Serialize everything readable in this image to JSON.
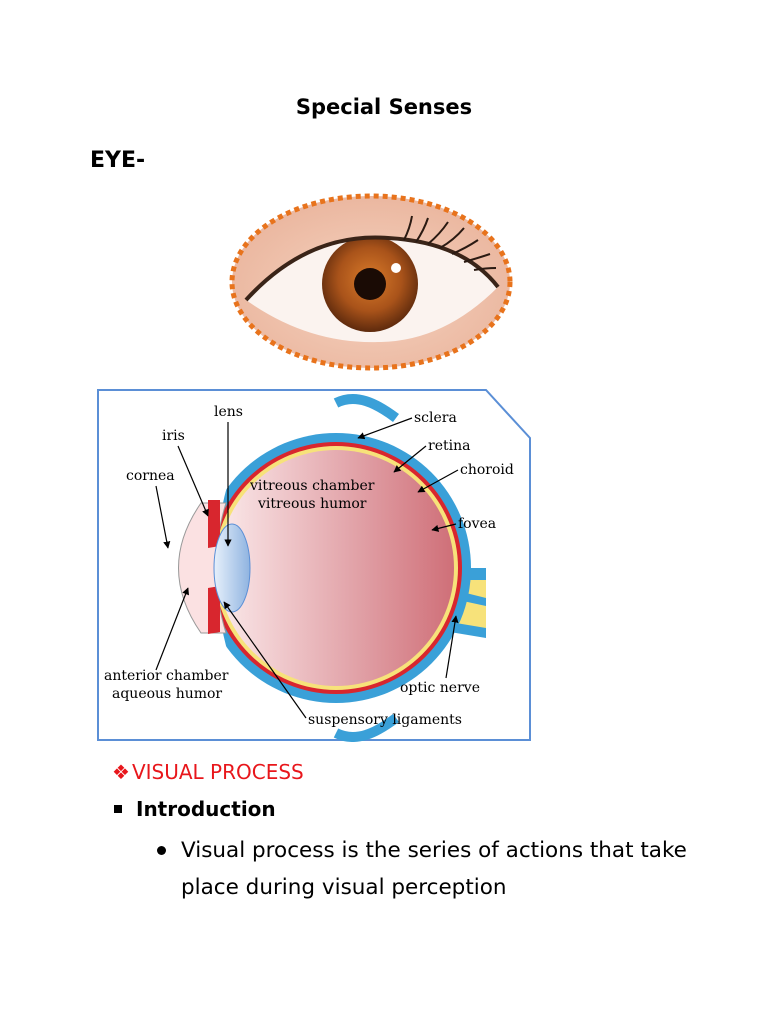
{
  "title": "Special Senses",
  "eye_heading": "EYE-",
  "diagram_labels": {
    "lens": "lens",
    "iris": "iris",
    "cornea": "cornea",
    "sclera": "sclera",
    "retina": "retina",
    "choroid": "choroid",
    "vitreous_chamber": "vitreous chamber",
    "vitreous_humor": "vitreous humor",
    "fovea": "fovea",
    "anterior_chamber": "anterior chamber",
    "aqueous_humor": "aqueous humor",
    "optic_nerve": "optic nerve",
    "suspensory_ligaments": "suspensory ligaments"
  },
  "section_heading": "VISUAL PROCESS",
  "subheading": "Introduction",
  "bullet_text": "Visual process is the series of actions that take place during visual perception",
  "icons": {
    "section_marker": "diamond-cluster-icon",
    "sub_marker": "square-bullet-icon",
    "list_marker": "round-bullet-icon"
  },
  "colors": {
    "section_heading": "#e8161b",
    "photo_border": "#e8731c",
    "diagram_frame": "#5b8fd6"
  }
}
